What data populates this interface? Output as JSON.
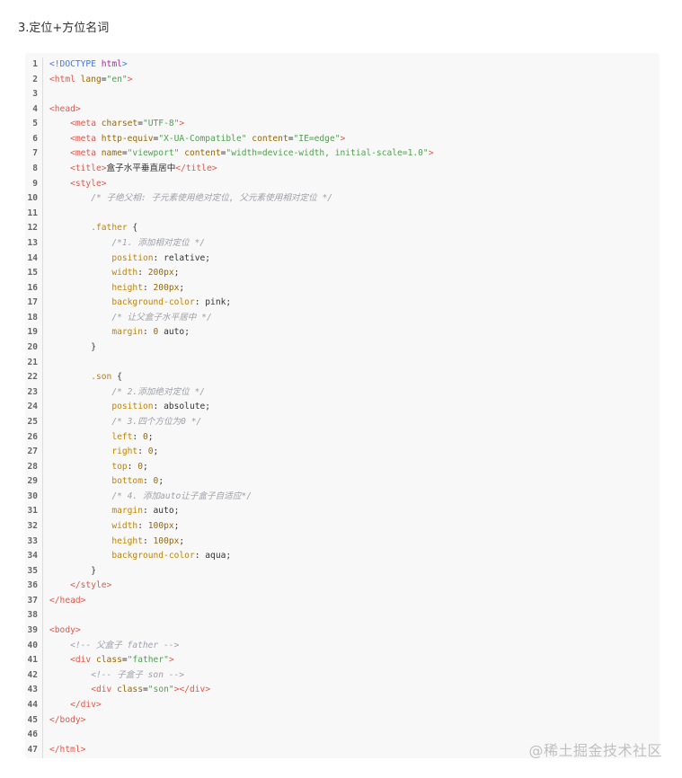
{
  "heading": "3.定位+方位名词",
  "watermark": "@稀土掘金技术社区",
  "colors": {
    "plain": "#333333",
    "tag": "#e45649",
    "attr": "#986801",
    "string": "#50a14f",
    "comment": "#a0a1a7",
    "doctype": "#4078f2",
    "keyword": "#a626a4",
    "prop": "#c18401",
    "number": "#986801",
    "selector": "#c18401",
    "code_background": "#f8f8f8"
  },
  "code_lines": [
    [
      [
        "doctype",
        "<!DOCTYPE "
      ],
      [
        "keyword",
        "html"
      ],
      [
        "doctype",
        ">"
      ]
    ],
    [
      [
        "tag",
        "<html "
      ],
      [
        "attr",
        "lang"
      ],
      [
        "plain",
        "="
      ],
      [
        "string",
        "\"en\""
      ],
      [
        "tag",
        ">"
      ]
    ],
    [],
    [
      [
        "tag",
        "<head>"
      ]
    ],
    [
      [
        "plain",
        "    "
      ],
      [
        "tag",
        "<meta "
      ],
      [
        "attr",
        "charset"
      ],
      [
        "plain",
        "="
      ],
      [
        "string",
        "\"UTF-8\""
      ],
      [
        "tag",
        ">"
      ]
    ],
    [
      [
        "plain",
        "    "
      ],
      [
        "tag",
        "<meta "
      ],
      [
        "attr",
        "http-equiv"
      ],
      [
        "plain",
        "="
      ],
      [
        "string",
        "\"X-UA-Compatible\""
      ],
      [
        "plain",
        " "
      ],
      [
        "attr",
        "content"
      ],
      [
        "plain",
        "="
      ],
      [
        "string",
        "\"IE=edge\""
      ],
      [
        "tag",
        ">"
      ]
    ],
    [
      [
        "plain",
        "    "
      ],
      [
        "tag",
        "<meta "
      ],
      [
        "attr",
        "name"
      ],
      [
        "plain",
        "="
      ],
      [
        "string",
        "\"viewport\""
      ],
      [
        "plain",
        " "
      ],
      [
        "attr",
        "content"
      ],
      [
        "plain",
        "="
      ],
      [
        "string",
        "\"width=device-width, initial-scale=1.0\""
      ],
      [
        "tag",
        ">"
      ]
    ],
    [
      [
        "plain",
        "    "
      ],
      [
        "tag",
        "<title>"
      ],
      [
        "plain",
        "盒子水平垂直居中"
      ],
      [
        "tag",
        "</title>"
      ]
    ],
    [
      [
        "plain",
        "    "
      ],
      [
        "tag",
        "<style>"
      ]
    ],
    [
      [
        "plain",
        "        "
      ],
      [
        "comment",
        "/* 子绝父相: 子元素使用绝对定位, 父元素使用相对定位 */"
      ]
    ],
    [],
    [
      [
        "plain",
        "        "
      ],
      [
        "selector",
        ".father"
      ],
      [
        "plain",
        " {"
      ]
    ],
    [
      [
        "plain",
        "            "
      ],
      [
        "comment",
        "/*1. 添加相对定位 */"
      ]
    ],
    [
      [
        "plain",
        "            "
      ],
      [
        "prop",
        "position"
      ],
      [
        "plain",
        ": relative;"
      ]
    ],
    [
      [
        "plain",
        "            "
      ],
      [
        "prop",
        "width"
      ],
      [
        "plain",
        ": "
      ],
      [
        "number",
        "200px"
      ],
      [
        "plain",
        ";"
      ]
    ],
    [
      [
        "plain",
        "            "
      ],
      [
        "prop",
        "height"
      ],
      [
        "plain",
        ": "
      ],
      [
        "number",
        "200px"
      ],
      [
        "plain",
        ";"
      ]
    ],
    [
      [
        "plain",
        "            "
      ],
      [
        "prop",
        "background-color"
      ],
      [
        "plain",
        ": pink;"
      ]
    ],
    [
      [
        "plain",
        "            "
      ],
      [
        "comment",
        "/* 让父盒子水平居中 */"
      ]
    ],
    [
      [
        "plain",
        "            "
      ],
      [
        "prop",
        "margin"
      ],
      [
        "plain",
        ": "
      ],
      [
        "number",
        "0"
      ],
      [
        "plain",
        " auto;"
      ]
    ],
    [
      [
        "plain",
        "        }"
      ]
    ],
    [],
    [
      [
        "plain",
        "        "
      ],
      [
        "selector",
        ".son"
      ],
      [
        "plain",
        " {"
      ]
    ],
    [
      [
        "plain",
        "            "
      ],
      [
        "comment",
        "/* 2.添加绝对定位 */"
      ]
    ],
    [
      [
        "plain",
        "            "
      ],
      [
        "prop",
        "position"
      ],
      [
        "plain",
        ": absolute;"
      ]
    ],
    [
      [
        "plain",
        "            "
      ],
      [
        "comment",
        "/* 3.四个方位为0 */"
      ]
    ],
    [
      [
        "plain",
        "            "
      ],
      [
        "prop",
        "left"
      ],
      [
        "plain",
        ": "
      ],
      [
        "number",
        "0"
      ],
      [
        "plain",
        ";"
      ]
    ],
    [
      [
        "plain",
        "            "
      ],
      [
        "prop",
        "right"
      ],
      [
        "plain",
        ": "
      ],
      [
        "number",
        "0"
      ],
      [
        "plain",
        ";"
      ]
    ],
    [
      [
        "plain",
        "            "
      ],
      [
        "prop",
        "top"
      ],
      [
        "plain",
        ": "
      ],
      [
        "number",
        "0"
      ],
      [
        "plain",
        ";"
      ]
    ],
    [
      [
        "plain",
        "            "
      ],
      [
        "prop",
        "bottom"
      ],
      [
        "plain",
        ": "
      ],
      [
        "number",
        "0"
      ],
      [
        "plain",
        ";"
      ]
    ],
    [
      [
        "plain",
        "            "
      ],
      [
        "comment",
        "/* 4. 添加auto让子盒子自适应*/"
      ]
    ],
    [
      [
        "plain",
        "            "
      ],
      [
        "prop",
        "margin"
      ],
      [
        "plain",
        ": auto;"
      ]
    ],
    [
      [
        "plain",
        "            "
      ],
      [
        "prop",
        "width"
      ],
      [
        "plain",
        ": "
      ],
      [
        "number",
        "100px"
      ],
      [
        "plain",
        ";"
      ]
    ],
    [
      [
        "plain",
        "            "
      ],
      [
        "prop",
        "height"
      ],
      [
        "plain",
        ": "
      ],
      [
        "number",
        "100px"
      ],
      [
        "plain",
        ";"
      ]
    ],
    [
      [
        "plain",
        "            "
      ],
      [
        "prop",
        "background-color"
      ],
      [
        "plain",
        ": aqua;"
      ]
    ],
    [
      [
        "plain",
        "        }"
      ]
    ],
    [
      [
        "plain",
        "    "
      ],
      [
        "tag",
        "</style>"
      ]
    ],
    [
      [
        "tag",
        "</head>"
      ]
    ],
    [],
    [
      [
        "tag",
        "<body>"
      ]
    ],
    [
      [
        "plain",
        "    "
      ],
      [
        "comment",
        "<!-- 父盒子 father -->"
      ]
    ],
    [
      [
        "plain",
        "    "
      ],
      [
        "tag",
        "<div "
      ],
      [
        "attr",
        "class"
      ],
      [
        "plain",
        "="
      ],
      [
        "string",
        "\"father\""
      ],
      [
        "tag",
        ">"
      ]
    ],
    [
      [
        "plain",
        "        "
      ],
      [
        "comment",
        "<!-- 子盒子 son -->"
      ]
    ],
    [
      [
        "plain",
        "        "
      ],
      [
        "tag",
        "<div "
      ],
      [
        "attr",
        "class"
      ],
      [
        "plain",
        "="
      ],
      [
        "string",
        "\"son\""
      ],
      [
        "tag",
        "></div>"
      ]
    ],
    [
      [
        "plain",
        "    "
      ],
      [
        "tag",
        "</div>"
      ]
    ],
    [
      [
        "tag",
        "</body>"
      ]
    ],
    [],
    [
      [
        "tag",
        "</html>"
      ]
    ]
  ]
}
